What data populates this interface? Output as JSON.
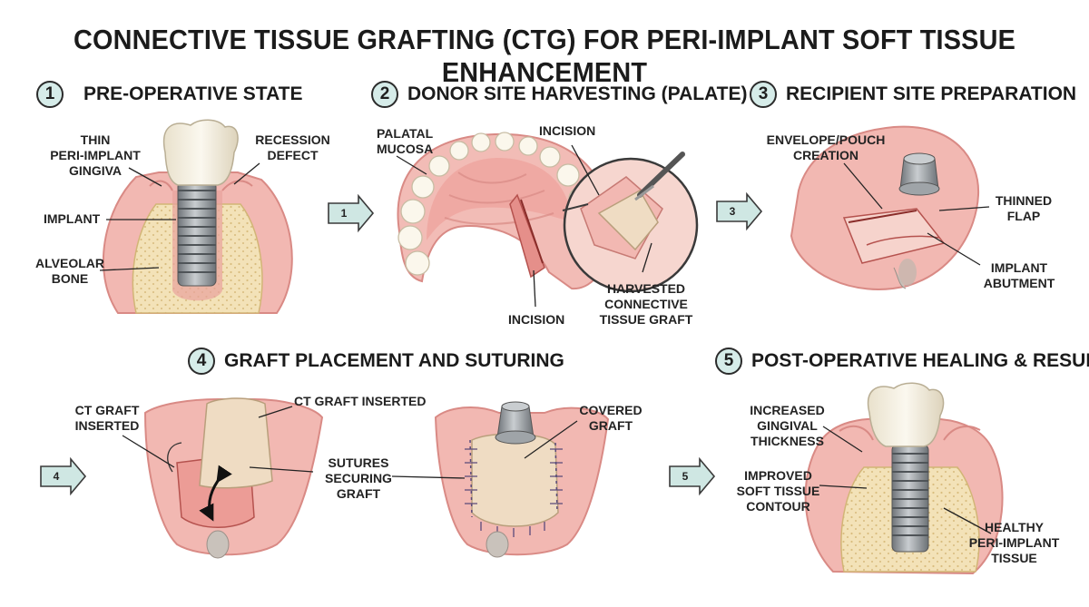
{
  "title": "CONNECTIVE TISSUE GRAFTING (CTG) FOR PERI-IMPLANT SOFT TISSUE ENHANCEMENT",
  "steps": [
    {
      "num": "1",
      "title": "PRE-OPERATIVE STATE",
      "labels": {
        "thin": "THIN\nPERI-IMPLANT\nGINGIVA",
        "recession": "RECESSION\nDEFECT",
        "implant": "IMPLANT",
        "bone": "ALVEOLAR\nBONE"
      }
    },
    {
      "num": "2",
      "title": "DONOR SITE HARVESTING (PALATE)",
      "labels": {
        "mucosa": "PALATAL\nMUCOSA",
        "incision_top": "INCISION",
        "incision_bottom": "INCISION",
        "harvested": "HARVESTED\nCONNECTIVE\nTISSUE GRAFT"
      }
    },
    {
      "num": "3",
      "title": "RECIPIENT SITE PREPARATION",
      "labels": {
        "envelope": "ENVELOPE/POUCH\nCREATION",
        "flap": "THINNED\nFLAP",
        "abutment": "IMPLANT\nABUTMENT"
      }
    },
    {
      "num": "4",
      "title": "GRAFT PLACEMENT AND SUTURING",
      "labels": {
        "ct_left": "CT GRAFT\nINSERTED",
        "ct_top": "CT GRAFT INSERTED",
        "sutures": "SUTURES\nSECURING\nGRAFT",
        "covered": "COVERED\nGRAFT"
      }
    },
    {
      "num": "5",
      "title": "POST-OPERATIVE HEALING & RESULT",
      "labels": {
        "thickness": "INCREASED\nGINGIVAL\nTHICKNESS",
        "contour": "IMPROVED\nSOFT TISSUE\nCONTOUR",
        "healthy": "HEALTHY\nPERI-IMPLANT\nTISSUE"
      }
    }
  ],
  "arrows": [
    "1",
    "3",
    "4",
    "5"
  ],
  "colors": {
    "gum": "#f2b8b2",
    "gum_dark": "#e58f8a",
    "bone": "#f3e2b8",
    "bone_dot": "#d9bd7f",
    "tooth": "#f6f1e3",
    "metal": "#9fa4a8",
    "graft": "#efdcc3",
    "arrow": "#cfe7e3",
    "step_badge": "#d6ece9"
  }
}
